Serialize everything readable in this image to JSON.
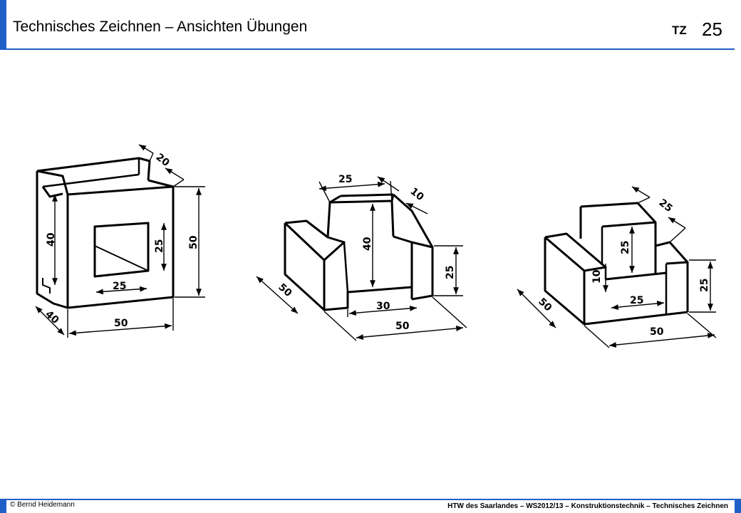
{
  "header": {
    "title": "Technisches Zeichnen – Ansichten Übungen",
    "tag": "TZ",
    "page_number": "25"
  },
  "footer": {
    "copyright": "© Bernd Heidemann",
    "course": "HTW des Saarlandes – WS2012/13 – Konstruktionstechnik – Technisches Zeichnen"
  },
  "colors": {
    "accent": "#1f5fc8"
  },
  "drawing1": {
    "dims": {
      "d20": "20",
      "d40_height": "40",
      "d50_height": "50",
      "d25_vertical": "25",
      "d25_horizontal": "25",
      "d40_depth": "40",
      "d50_width": "50"
    }
  },
  "drawing2": {
    "dims": {
      "d25_top": "25",
      "d10": "10",
      "d40": "40",
      "d25_height": "25",
      "d50_depth": "50",
      "d30": "30",
      "d50_width": "50"
    }
  },
  "drawing3": {
    "dims": {
      "d25_top": "25",
      "d25_inner": "25",
      "d10": "10",
      "d25_bottom": "25",
      "d25_height": "25",
      "d50_depth": "50",
      "d50_width": "50"
    }
  }
}
